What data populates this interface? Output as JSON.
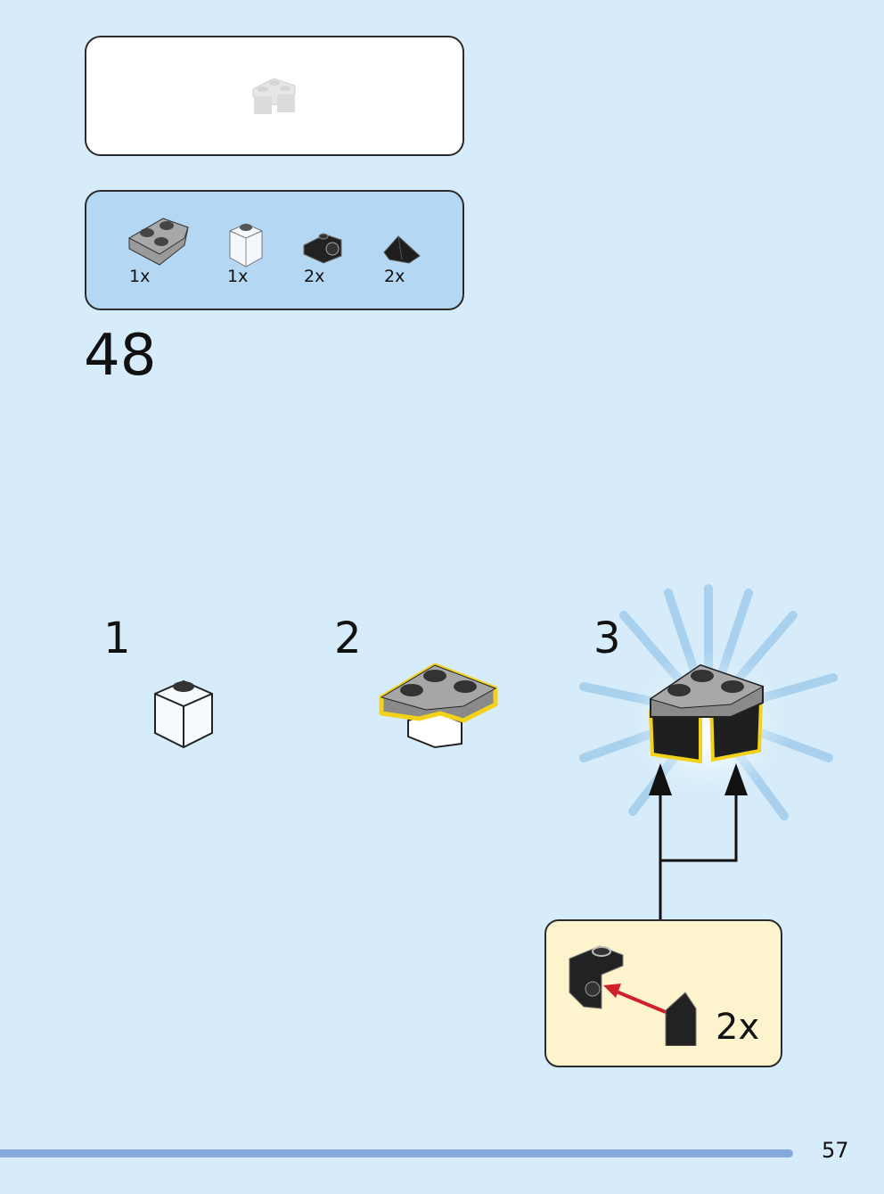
{
  "step": {
    "number": "48"
  },
  "parts_list": [
    {
      "name": "wedge-plate-2x2",
      "quantity": "1x"
    },
    {
      "name": "transparent-brick-1x1",
      "quantity": "1x"
    },
    {
      "name": "bracket-1x1",
      "quantity": "2x"
    },
    {
      "name": "slope-1x1",
      "quantity": "2x"
    }
  ],
  "substeps": [
    {
      "number": "1"
    },
    {
      "number": "2"
    },
    {
      "number": "3"
    }
  ],
  "callout": {
    "quantity": "2x"
  },
  "colors": {
    "background": "#d6ecfa",
    "parts_box": "#b4d8f4",
    "callout": "#fdf4cd",
    "highlight": "#f2d21b",
    "arrow_red": "#d0202a"
  },
  "page": {
    "number": "57"
  }
}
